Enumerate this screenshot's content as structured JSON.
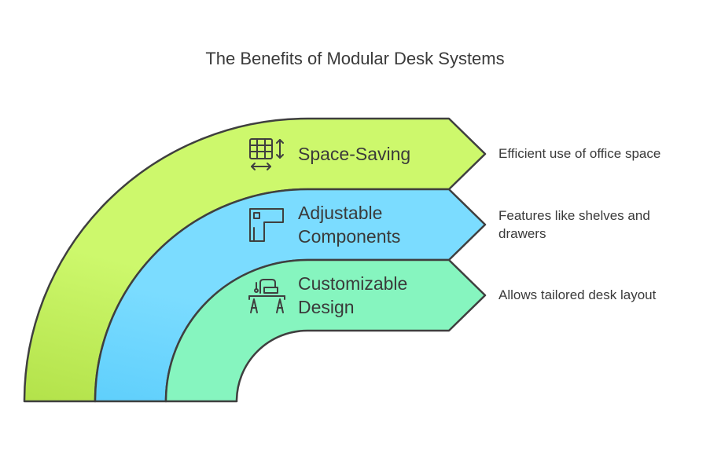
{
  "title": "The Benefits of Modular Desk Systems",
  "colors": {
    "band1": "#cdf86c",
    "band1_dark": "#b6e64c",
    "band2": "#7bdcff",
    "band2_dark": "#62cdfb",
    "band3": "#86f5bf",
    "stroke": "#3f3f3f",
    "text": "#3a3a3a"
  },
  "items": [
    {
      "label_line1": "Space-Saving",
      "label_line2": "",
      "description_line1": "Efficient use of office space",
      "description_line2": "",
      "icon": "grid-resize-icon"
    },
    {
      "label_line1": "Adjustable",
      "label_line2": "Components",
      "description_line1": "Features like shelves and",
      "description_line2": "drawers",
      "icon": "l-shaped-desk-icon"
    },
    {
      "label_line1": "Customizable",
      "label_line2": "Design",
      "description_line1": "Allows tailored desk layout",
      "description_line2": "",
      "icon": "desk-lamp-icon"
    }
  ]
}
